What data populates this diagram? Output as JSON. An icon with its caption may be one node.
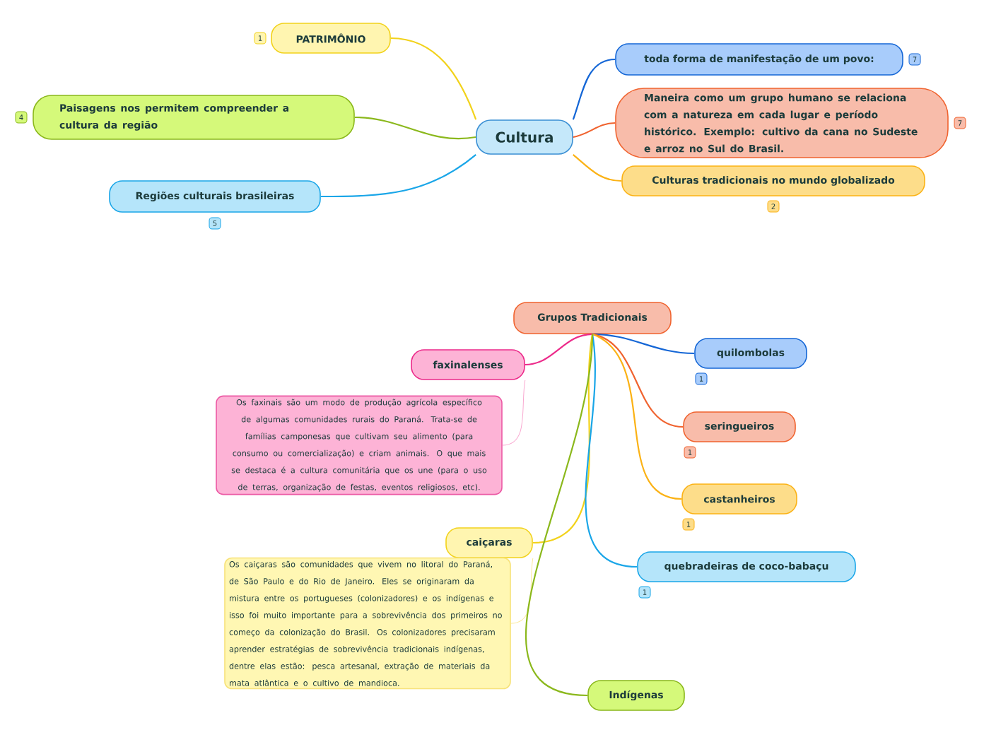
{
  "diagram": {
    "nodes": [
      {
        "text": [
          "Cultura"
        ]
      },
      {
        "text": [
          "PATRIMÔNIO"
        ],
        "beside": [
          "1"
        ]
      },
      {
        "text": [
          "Paisagens nos permitem compreender a cultura da região"
        ],
        "beside": [
          "4"
        ]
      },
      {
        "text": [
          "Regiões culturais brasileiras"
        ],
        "beside": [
          "5"
        ]
      },
      {
        "text": [
          "toda forma de manifestação de um povo:"
        ],
        "beside": [
          "7"
        ]
      },
      {
        "text": [
          "Maneira como um grupo humano se relaciona com a natureza em cada lugar e período histórico. Exemplo: cultivo da cana no Sudeste e arroz no Sul do Brasil."
        ],
        "beside": [
          "7"
        ]
      },
      {
        "text": [
          "Culturas tradicionais no mundo globalizado"
        ],
        "beside": [
          "2"
        ]
      },
      {
        "text": [
          "Grupos Tradicionais"
        ]
      },
      {
        "text": [
          "faxinalenses"
        ]
      },
      {
        "text": [
          "Os faxinais são um modo de produção agrícola específico de algumas comunidades rurais do Paraná. Trata-se de famílias camponesas que cultivam seu alimento (para consumo ou comercialização) e criam animais. O que mais se destaca é a cultura comunitária que os une (para o uso de terras, organização de festas, eventos religiosos, etc)."
        ]
      },
      {
        "text": [
          "quilombolas"
        ],
        "beside": [
          "1"
        ]
      },
      {
        "text": [
          "seringueiros"
        ],
        "beside": [
          "1"
        ]
      },
      {
        "text": [
          "castanheiros"
        ],
        "beside": [
          "1"
        ]
      },
      {
        "text": [
          "caiçaras"
        ]
      },
      {
        "text": [
          "Os caiçaras são comunidades que vivem no litoral  do Paraná, de São Paulo e do Rio de Janeiro. Eles se originaram da mistura entre os portugueses (colonizadores) e os indígenas e isso foi muito importante para  a sobrevivência dos primeiros no  começo da colonização do Brasil. Os colonizadores precisaram aprender estratégias de sobrevivência tradicionais indígenas, dentre elas estão: pesca artesanal, extração de materiais da mata atlântica e o cultivo de mandioca."
        ]
      },
      {
        "text": [
          "quebradeiras de coco-babaçu"
        ],
        "beside": [
          "1"
        ]
      },
      {
        "text": [
          "Indígenas"
        ]
      }
    ],
    "edges": [
      {
        "from": 0,
        "to": 1,
        "arrow": "none",
        "color": "#f2d21b"
      },
      {
        "from": 0,
        "to": 2,
        "arrow": "none",
        "color": "#8bb81c"
      },
      {
        "from": 0,
        "to": 3,
        "arrow": "none",
        "color": "#1aa6e8"
      },
      {
        "from": 0,
        "to": 4,
        "arrow": "none",
        "color": "#1466d6"
      },
      {
        "from": 0,
        "to": 5,
        "arrow": "none",
        "color": "#f0632f"
      },
      {
        "from": 0,
        "to": 6,
        "arrow": "none",
        "color": "#fbb215"
      },
      {
        "from": 7,
        "to": 8,
        "arrow": "none",
        "color": "#ec2a8a"
      },
      {
        "from": 8,
        "to": 9,
        "arrow": "none",
        "color": "#f9a8d0"
      },
      {
        "from": 7,
        "to": 10,
        "arrow": "none",
        "color": "#1466d6"
      },
      {
        "from": 7,
        "to": 11,
        "arrow": "none",
        "color": "#f0632f"
      },
      {
        "from": 7,
        "to": 12,
        "arrow": "none",
        "color": "#fbb215"
      },
      {
        "from": 7,
        "to": 13,
        "arrow": "none",
        "color": "#f2d21b"
      },
      {
        "from": 13,
        "to": 14,
        "arrow": "none",
        "color": "#fbe99a"
      },
      {
        "from": 7,
        "to": 15,
        "arrow": "none",
        "color": "#1aa6e8"
      },
      {
        "from": 7,
        "to": 16,
        "arrow": "none",
        "color": "#8bb81c"
      }
    ]
  }
}
